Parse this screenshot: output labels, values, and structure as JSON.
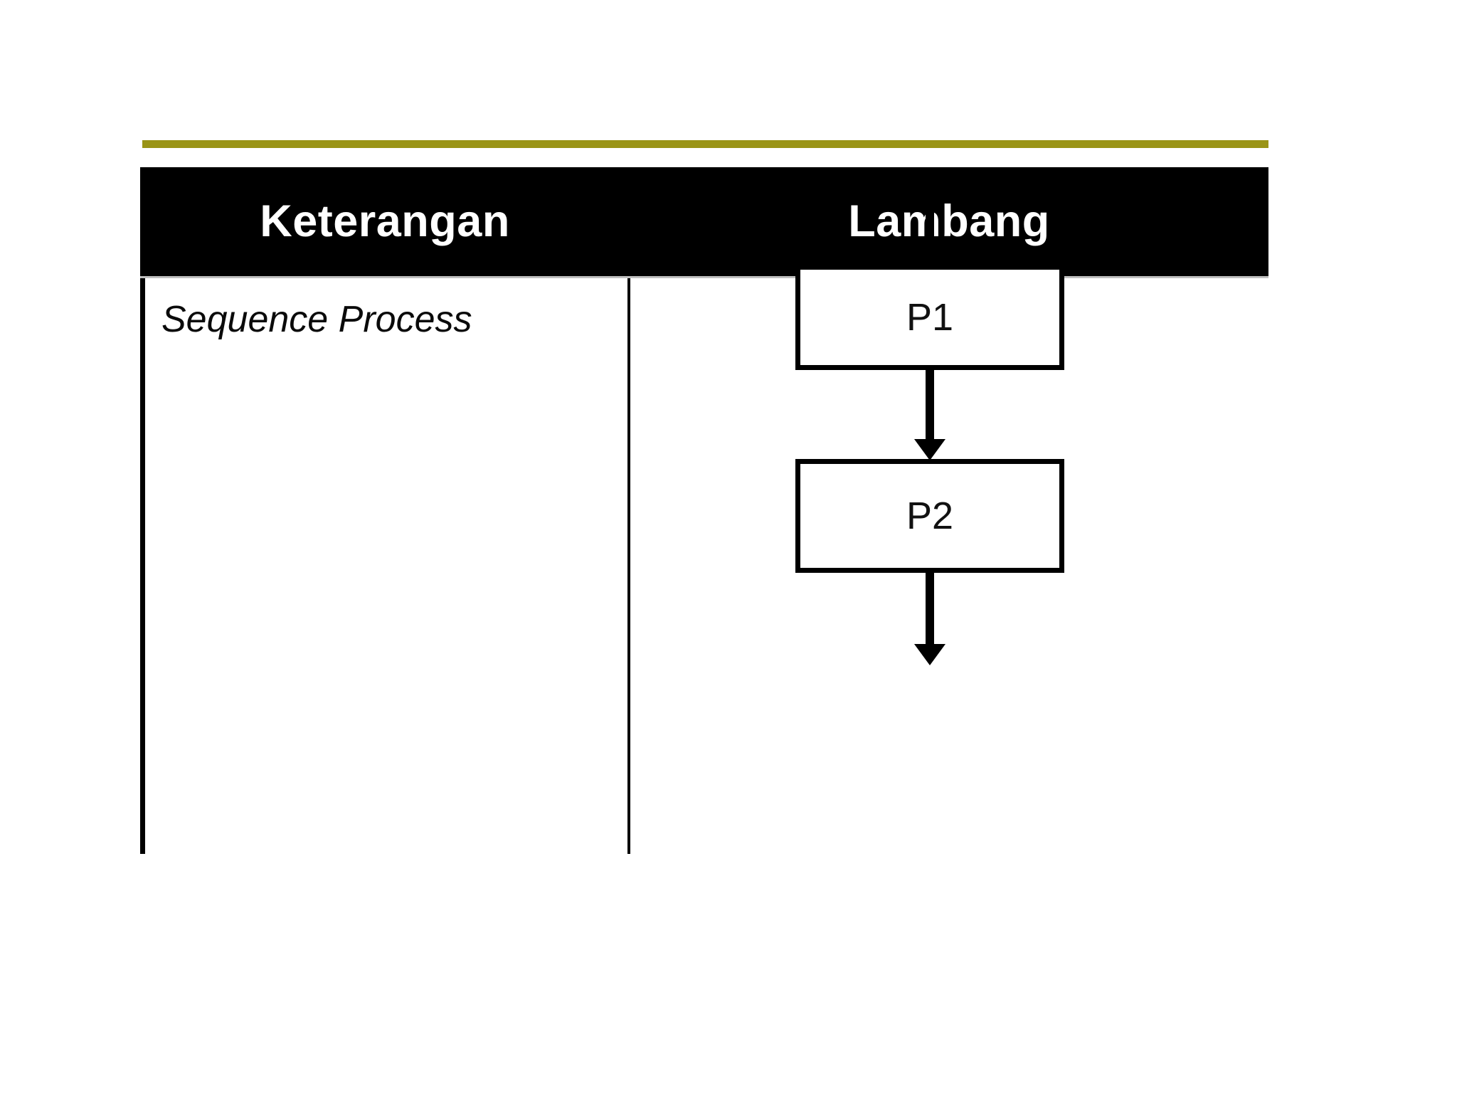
{
  "slide": {
    "background_color": "#ffffff",
    "accent_rule_color": "#9a9416"
  },
  "table": {
    "header_background": "#000000",
    "header_text_color": "#ffffff",
    "columns": [
      {
        "key": "keterangan",
        "label": "Keterangan"
      },
      {
        "key": "lambang",
        "label": "Lambang"
      }
    ],
    "rows": [
      {
        "keterangan": "Sequence Process",
        "lambang_type": "flowchart"
      }
    ]
  },
  "flowchart": {
    "title": "Sequence Process",
    "orientation": "vertical",
    "nodes": [
      {
        "id": "P1",
        "label": "P1",
        "shape": "rectangle"
      },
      {
        "id": "P2",
        "label": "P2",
        "shape": "rectangle"
      }
    ],
    "connectors": [
      {
        "from": "entry",
        "to": "P1",
        "style": "arrow-down"
      },
      {
        "from": "P1",
        "to": "P2",
        "style": "arrow-down"
      },
      {
        "from": "P2",
        "to": "exit",
        "style": "arrow-down"
      }
    ],
    "stroke_color": "#000000",
    "fill_color": "#ffffff"
  }
}
